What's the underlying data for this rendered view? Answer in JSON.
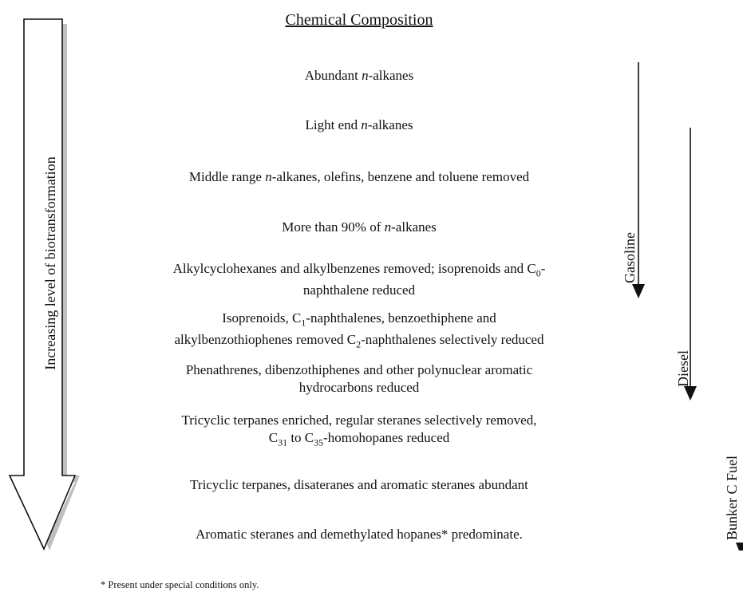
{
  "heading": "Chemical Composition",
  "left_arrow_label": "Increasing level of biotransformation",
  "stages": [
    {
      "lines": [
        [
          "Abundant ",
          "{i}n",
          "-alkanes"
        ]
      ]
    },
    {
      "lines": [
        [
          "Light end ",
          "{i}n",
          "-alkanes"
        ]
      ]
    },
    {
      "lines": [
        [
          "Middle range ",
          "{i}n",
          "-alkanes, olefins, benzene and toluene removed"
        ]
      ]
    },
    {
      "lines": [
        [
          "More than 90% of ",
          "{i}n",
          "-alkanes"
        ]
      ]
    },
    {
      "lines": [
        [
          "Alkylcyclohexanes and alkylbenzenes removed; isoprenoids and C",
          "{sub}0",
          "-"
        ],
        [
          "naphthalene reduced"
        ]
      ]
    },
    {
      "lines": [
        [
          "Isoprenoids, C",
          "{sub}1",
          "-naphthalenes, benzoethiphene and"
        ],
        [
          "alkylbenzothiophenes removed C",
          "{sub}2",
          "-naphthalenes selectively reduced"
        ]
      ]
    },
    {
      "lines": [
        [
          "Phenathrenes, dibenzothiphenes and other polynuclear aromatic"
        ],
        [
          "hydrocarbons reduced"
        ]
      ]
    },
    {
      "lines": [
        [
          "Tricyclic terpanes enriched, regular steranes selectively removed,"
        ],
        [
          "C",
          "{sub}31",
          " to C",
          "{sub}35",
          "-homohopanes reduced"
        ]
      ]
    },
    {
      "lines": [
        [
          "Tricyclic terpanes, disateranes and aromatic steranes abundant"
        ]
      ]
    },
    {
      "lines": [
        [
          "Aromatic steranes and demethylated hopanes* predominate."
        ]
      ]
    }
  ],
  "fuel_labels": {
    "gasoline": "Gasoline",
    "diesel": "Diesel",
    "bunker": "Bunker C Fuel"
  },
  "footnote": "* Present under special conditions only.",
  "colors": {
    "arrow_shadow": "#bfbfbf",
    "ink": "#111111"
  }
}
